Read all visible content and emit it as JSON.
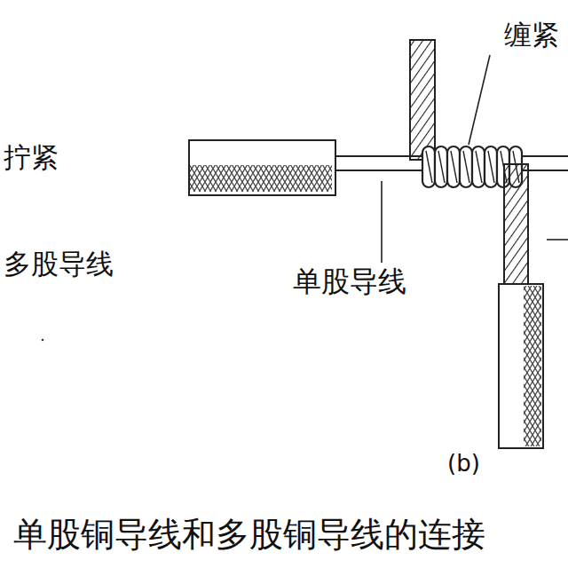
{
  "diagram": {
    "caption": "单股铜导线和多股铜导线的连接",
    "labels": [
      "拧紧",
      "多股导线",
      "缠紧",
      "单股导线",
      "(b)"
    ]
  }
}
